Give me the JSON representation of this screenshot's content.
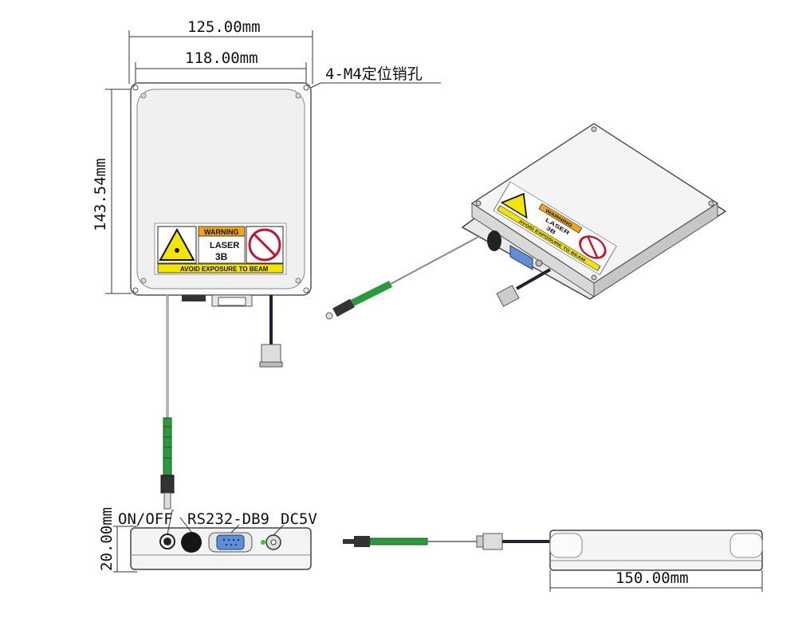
{
  "dimensions": {
    "outer_width": "125.00mm",
    "pin_spacing": "118.00mm",
    "pin_holes": "4-M4定位销孔",
    "height": "143.54mm",
    "thickness": "20.00mm",
    "depth": "150.00mm"
  },
  "ports": {
    "power_switch": "ON/OFF",
    "serial": "RS232-DB9",
    "power_in": "DC5V"
  },
  "warning_label": {
    "header": "WARNING",
    "class_line1": "LASER",
    "class_line2": "3B",
    "footer": "AVOID EXPOSURE TO BEAM",
    "header_color": "#f2a51a",
    "footer_color": "#f5e400"
  },
  "colors": {
    "body_fill": "#f3f3f3",
    "outline": "#444444",
    "fiber_green": "#2a9a3a",
    "db9_blue": "#5c8fd6",
    "led_green": "#33cc33"
  }
}
